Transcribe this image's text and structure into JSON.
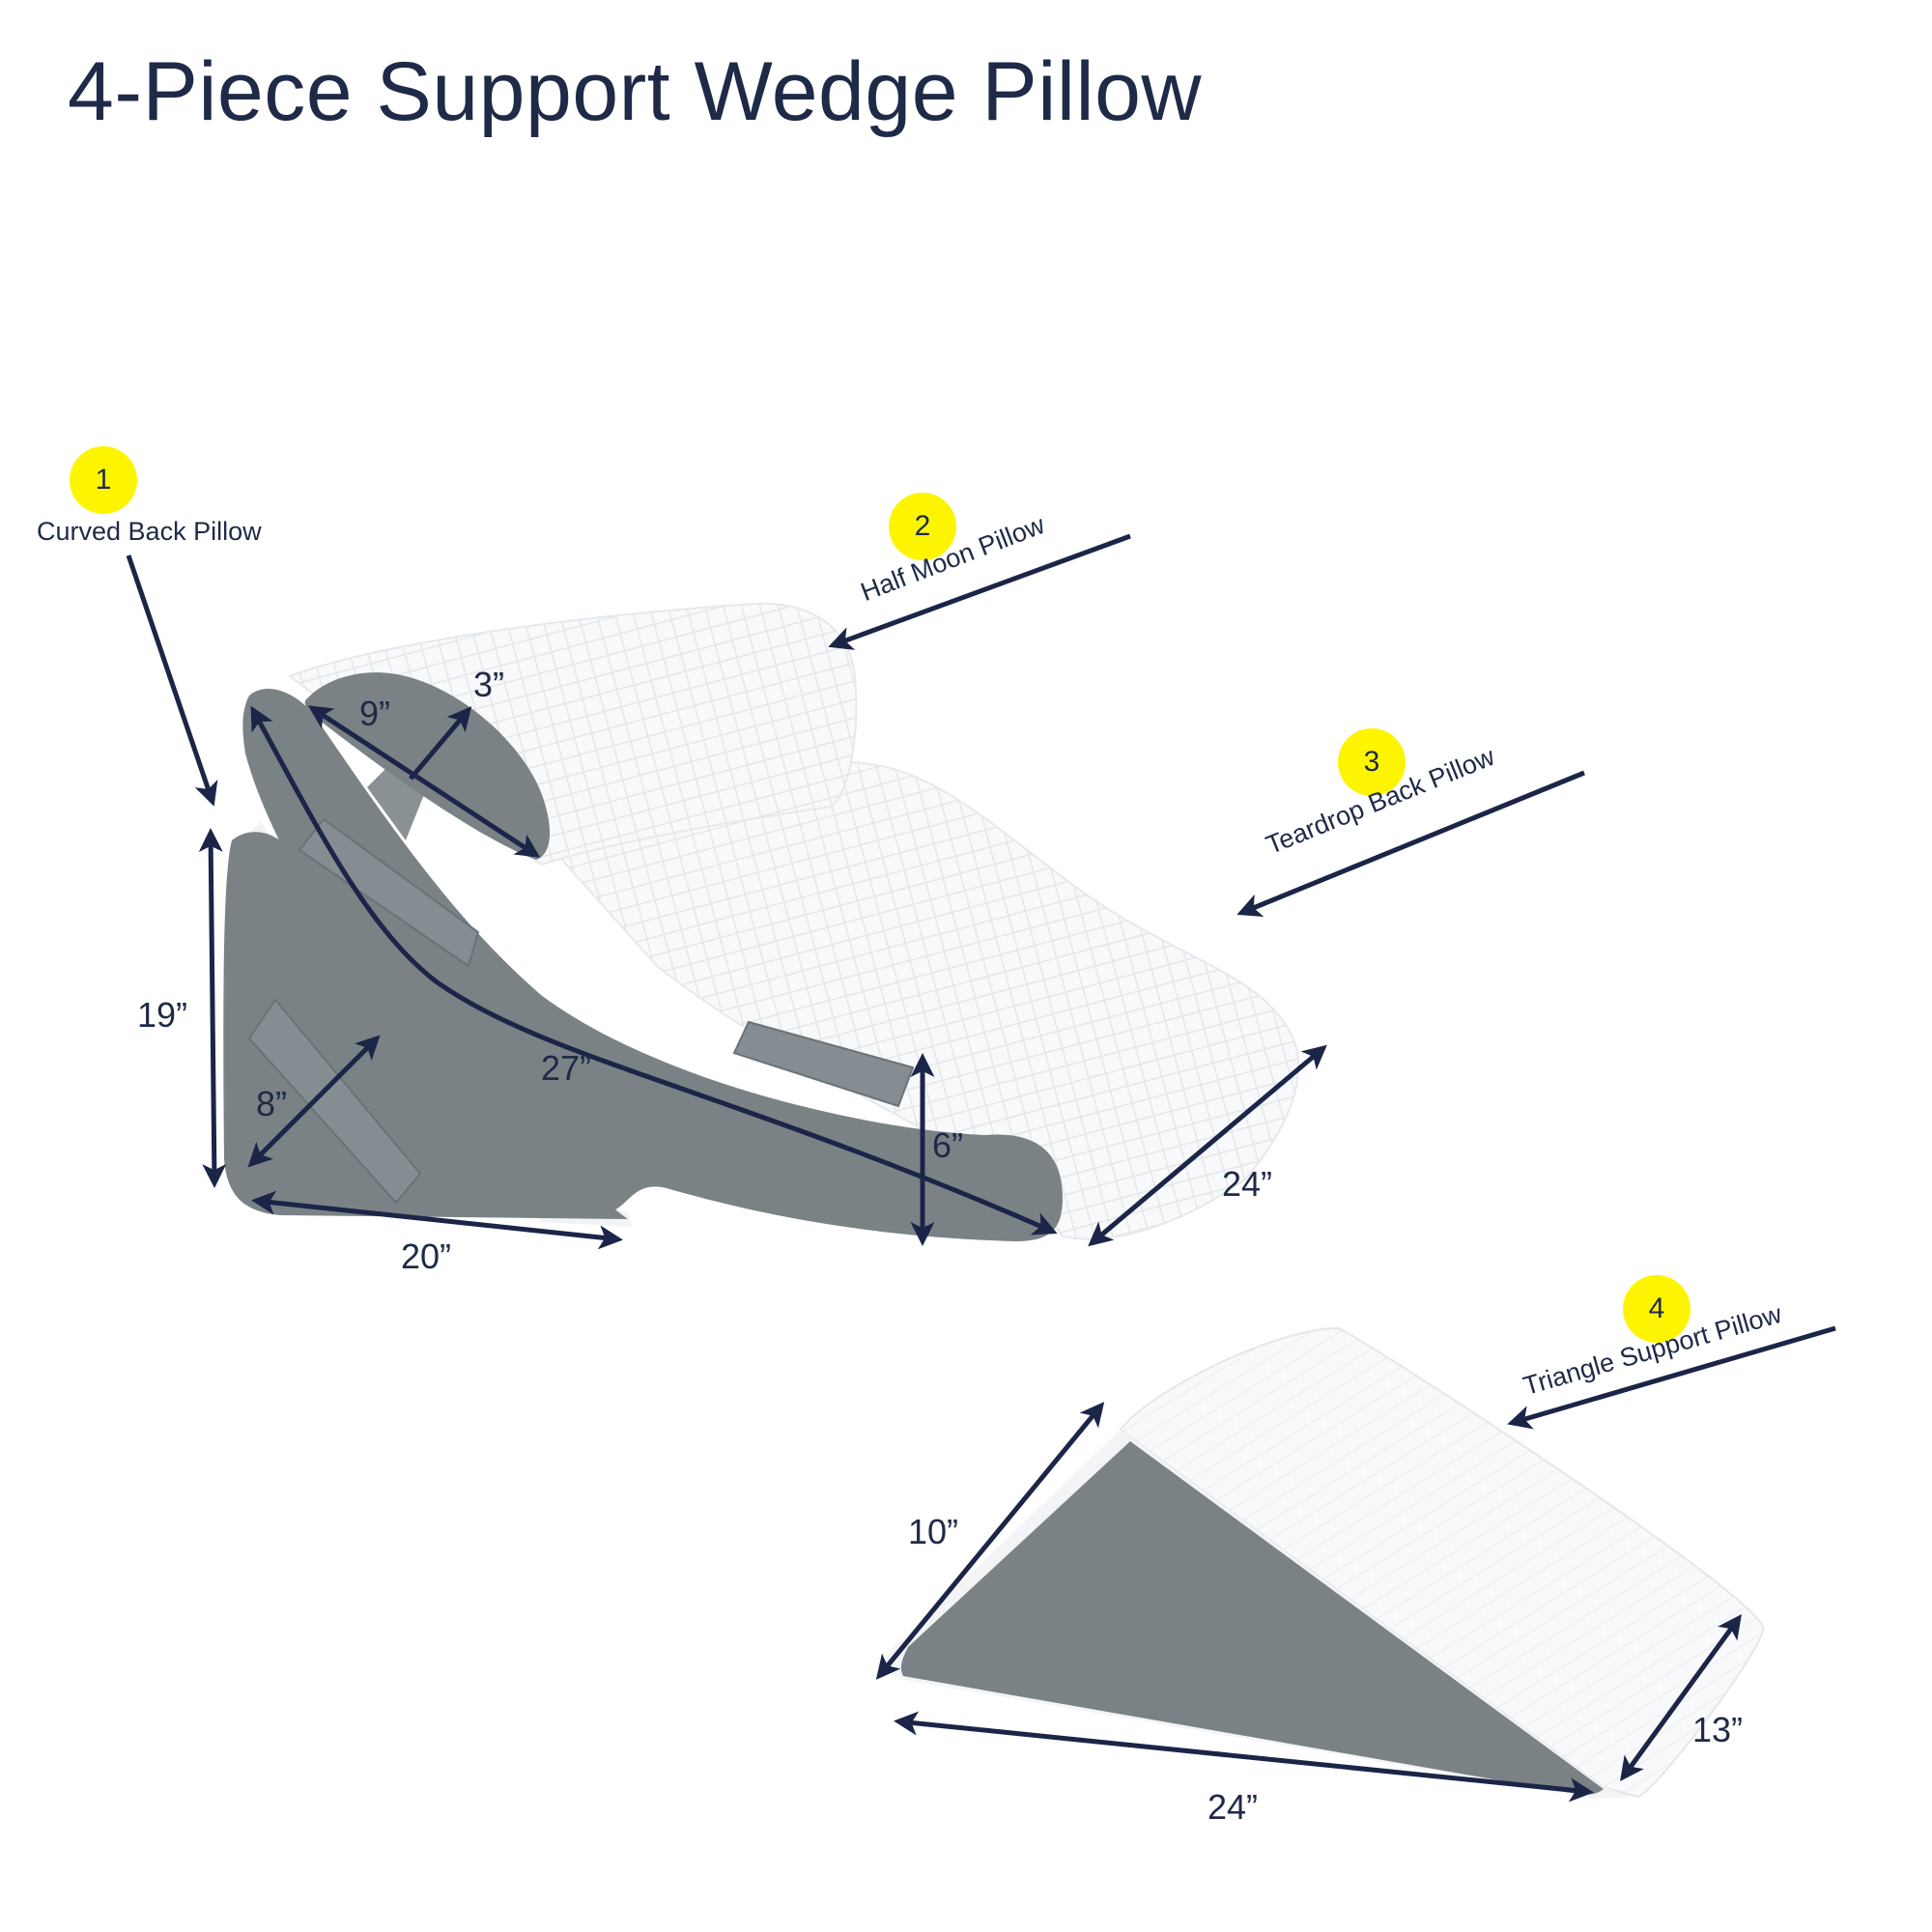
{
  "title": "4-Piece Support Wedge Pillow",
  "colors": {
    "text": "#1e2a47",
    "badge": "#fdf500",
    "fabric_gray": "#7b8286",
    "fabric_white": "#f7f8f9",
    "arrow": "#1b2547"
  },
  "pieces": [
    {
      "number": "1",
      "name": "Curved Back Pillow"
    },
    {
      "number": "2",
      "name": "Half Moon Pillow"
    },
    {
      "number": "3",
      "name": "Teardrop Back Pillow"
    },
    {
      "number": "4",
      "name": "Triangle Support Pillow"
    }
  ],
  "dimensions": {
    "half_moon_width": "9”",
    "half_moon_height": "3”",
    "curved_back_height": "19”",
    "curved_back_depth": "8”",
    "curved_back_base": "20”",
    "teardrop_length": "27”",
    "teardrop_thickness": "6”",
    "set_width": "24”",
    "triangle_height": "10”",
    "triangle_length": "24”",
    "triangle_depth": "13”"
  }
}
